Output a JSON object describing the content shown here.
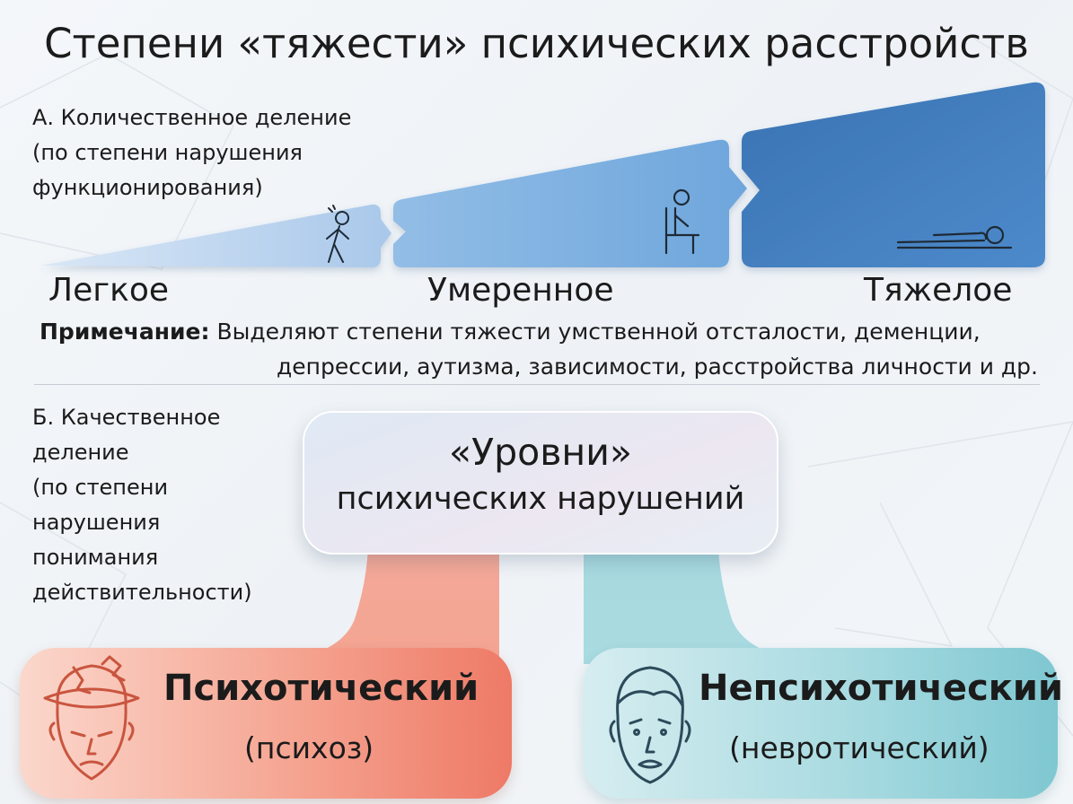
{
  "title": "Степени «тяжести» психических расстройств",
  "section_a": {
    "lines": [
      "А. Количественное деление",
      "(по степени нарушения",
      "функционирования)"
    ]
  },
  "levels": {
    "light": "Легкое",
    "moderate": "Умеренное",
    "severe": "Тяжелое"
  },
  "note": {
    "label": "Примечание:",
    "line1": "Выделяют степени тяжести умственной отсталости, деменции,",
    "line2": "депрессии, аутизма, зависимости, расстройства личности и др."
  },
  "section_b": {
    "lines": [
      "Б. Качественное",
      "деление",
      "(по степени",
      "нарушения",
      "понимания",
      "действительности)"
    ]
  },
  "center_box": {
    "quote": "«Уровни»",
    "sub": "психических нарушений"
  },
  "psychotic": {
    "title": "Психотический",
    "sub": "(психоз)"
  },
  "nonpsychotic": {
    "title": "Непсихотический",
    "sub": "(невротический)"
  },
  "colors": {
    "wedge_light": "#b9d3ee",
    "wedge_mid": "#7aaede",
    "wedge_dark": "#3f7cbd",
    "psychotic_accent": "#ee7a66",
    "nonpsychotic_accent": "#7fc7d1",
    "icon_stroke": "#1e2a36",
    "psy_face_stroke": "#c9553f",
    "neu_face_stroke": "#2b4a5a"
  },
  "icons": {
    "light": "walking-person-icon",
    "moderate": "seated-person-icon",
    "severe": "lying-person-icon",
    "psychotic": "broken-head-face-icon",
    "nonpsychotic": "worried-face-icon"
  }
}
